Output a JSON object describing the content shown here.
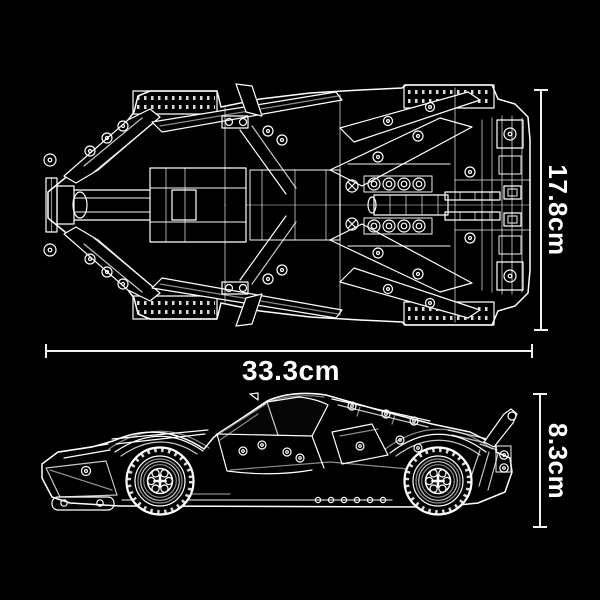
{
  "colors": {
    "background": "#000000",
    "line": "#ffffff",
    "label_text": "#ffffff"
  },
  "figure": {
    "style": "white-line blueprint of brick-built supercar on black",
    "views": [
      "top view",
      "side view"
    ]
  },
  "dimension_labels": {
    "top_view_length": "33.3cm",
    "top_view_width": "17.8cm",
    "side_view_height": "8.3cm"
  }
}
